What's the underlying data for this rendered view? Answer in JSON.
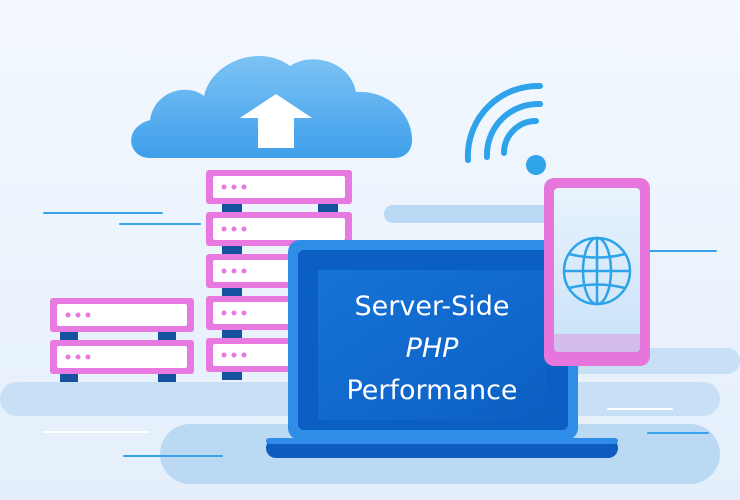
{
  "hero": {
    "line1": "Server-Side",
    "line2": "PHP",
    "line3": "Performance"
  },
  "icons": [
    "cloud-upload-icon",
    "wifi-icon",
    "globe-icon",
    "server-rack-icon",
    "laptop-icon",
    "smartphone-icon"
  ],
  "colors": {
    "background": "#eef5fd",
    "cloud": "#4aa6ec",
    "server": "#e879e0",
    "laptop_frame": "#2f8de8",
    "screen": "#0f6fd6",
    "phone_frame": "#e676dc"
  }
}
